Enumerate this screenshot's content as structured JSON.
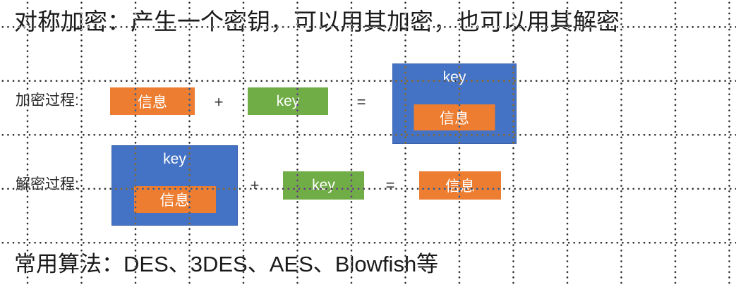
{
  "title": "对称加密：产生一个密钥，可以用其加密，也可以用其解密",
  "encrypt": {
    "label": "加密过程:",
    "message_box": "信息",
    "plus": "+",
    "key_box": "key",
    "equals": "=",
    "result": {
      "key_label": "key",
      "message_label": "信息"
    }
  },
  "decrypt": {
    "label": "解密过程:",
    "cipher": {
      "key_label": "key",
      "message_label": "信息"
    },
    "plus": "+",
    "key_box": "key",
    "equals": "=",
    "result_box": "信息"
  },
  "footer": "常用算法：DES、3DES、AES、Blowfish等",
  "colors": {
    "message_orange": "#ED7D31",
    "key_green": "#70AD47",
    "cipher_blue": "#4472C4",
    "cipher_blue_border": "#3A62AE",
    "text_black": "#1A1A1A"
  }
}
